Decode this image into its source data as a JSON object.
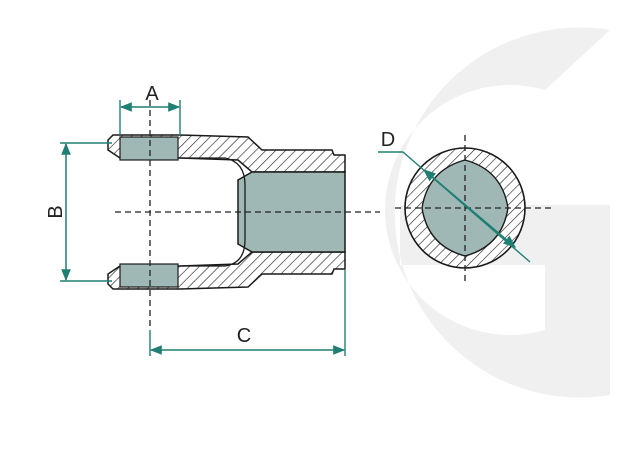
{
  "labels": {
    "a": "A",
    "b": "B",
    "c": "C",
    "d": "D"
  },
  "colors": {
    "outline": "#1a1a1a",
    "hatch": "#2a2a2a",
    "bore_fill": "#9fb8b6",
    "dimension": "#1f7f73",
    "watermark": "#efefef"
  },
  "icons": {
    "watermark": "g-logo-watermark-icon"
  }
}
